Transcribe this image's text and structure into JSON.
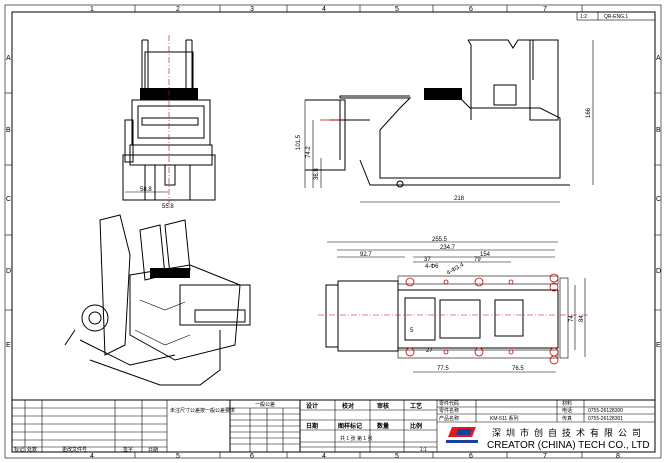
{
  "sheet": {
    "columns": [
      "1",
      "2",
      "3",
      "4",
      "5",
      "6",
      "7",
      "8"
    ],
    "rows": [
      "A",
      "B",
      "C",
      "D",
      "E"
    ],
    "corner_code": "1:2",
    "corner_doc": "QR-ENG.1"
  },
  "front_view": {
    "dims": [
      "58.8",
      "55.8"
    ]
  },
  "side_view": {
    "dims": [
      "101.5",
      "74.2",
      "36.8",
      "218",
      "166"
    ]
  },
  "bottom_view": {
    "dims": [
      "255.5",
      "234.7",
      "92.7",
      "154",
      "37",
      "79",
      "4-Φ6",
      "4-Φ3.4",
      "5",
      "27",
      "77.5",
      "76.5",
      "74",
      "84"
    ]
  },
  "title_block": {
    "left_header": [
      "标记",
      "处数",
      "更改文件号",
      "签字",
      "日期"
    ],
    "notes": "未注尺寸公差按一般公差要求",
    "tolerance_title": "一般公差",
    "roles": [
      "设计",
      "校对",
      "审核",
      "工艺"
    ],
    "roles2": [
      "日期",
      "图样标记",
      "数量",
      "比例"
    ],
    "scale_row": "1:1",
    "sheet_info": "共 1 张 第 1 张",
    "part_code_label": "零件代码",
    "part_name_label": "零件名称",
    "product_name_label": "产品名称",
    "product_name": "KM-511 系列",
    "material_label": "材料",
    "phone_label": "电话",
    "phone": "0755-26128300",
    "fax_label": "传真",
    "fax": "0755-26128301",
    "company_cn": "深圳市创自技术有限公司",
    "company_en": "CREATOR (CHINA) TECH CO., LTD",
    "logo_colors": {
      "red": "#e21a1a",
      "blue": "#1b3fa0"
    }
  }
}
